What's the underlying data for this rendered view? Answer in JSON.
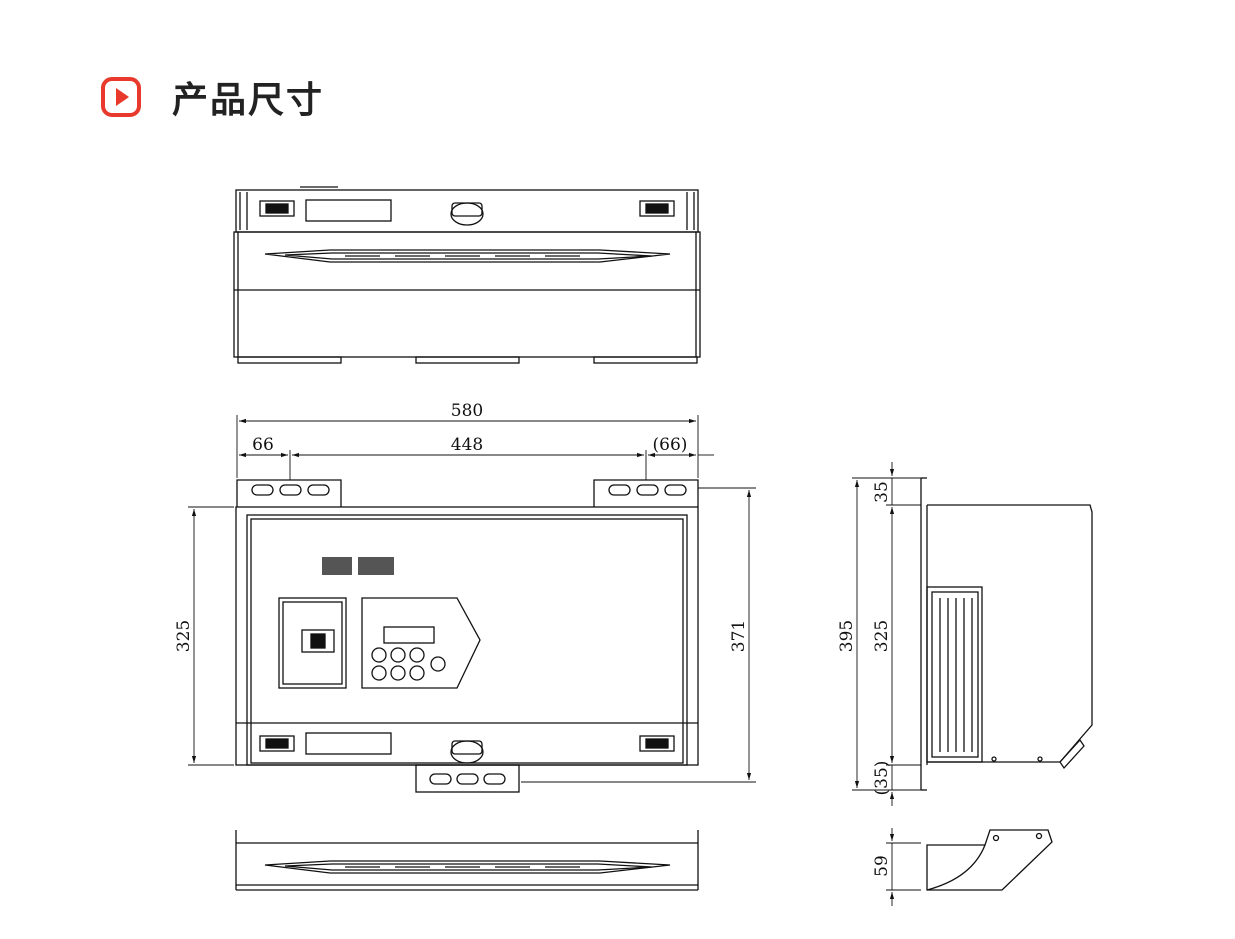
{
  "header": {
    "title": "产品尺寸",
    "accent_color": "#e8392c",
    "icon": "play-button-icon"
  },
  "front_view": {
    "overall_width": "580",
    "left_offset": "66",
    "center_span": "448",
    "right_offset": "(66)",
    "body_height": "325",
    "total_height": "371"
  },
  "side_view": {
    "top_margin": "35",
    "total_height": "395",
    "body_height": "325",
    "bottom_margin": "(35)"
  },
  "hood_view": {
    "height": "59"
  },
  "line_color": "#111111"
}
